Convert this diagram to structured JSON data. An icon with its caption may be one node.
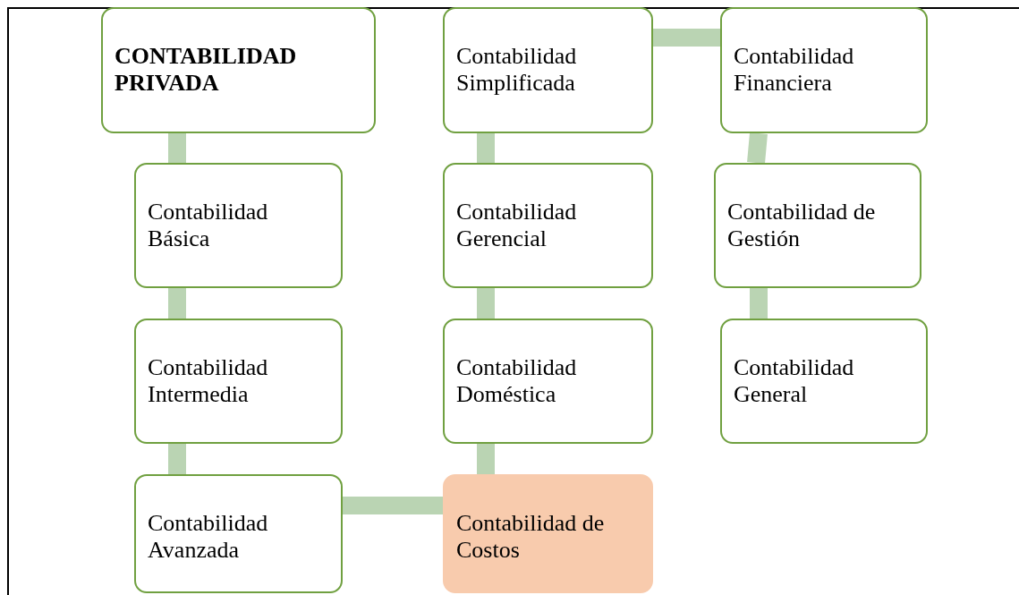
{
  "diagram": {
    "nodes": [
      {
        "text": [
          "CONTABILIDAD PRIVADA"
        ]
      },
      {
        "text": [
          "Contabilidad Básica"
        ]
      },
      {
        "text": [
          "Contabilidad Intermedia"
        ]
      },
      {
        "text": [
          "Contabilidad Avanzada"
        ]
      },
      {
        "text": [
          "Contabilidad de Costos"
        ]
      },
      {
        "text": [
          "Contabilidad Doméstica"
        ]
      },
      {
        "text": [
          "Contabilidad Gerencial"
        ]
      },
      {
        "text": [
          "Contabilidad Simplificada"
        ]
      },
      {
        "text": [
          "Contabilidad Financiera"
        ]
      },
      {
        "text": [
          "Contabilidad de Gestión"
        ]
      },
      {
        "text": [
          "Contabilidad General"
        ]
      }
    ],
    "edges": [
      {
        "from": 0,
        "to": 1,
        "arrow": "none"
      },
      {
        "from": 1,
        "to": 2,
        "arrow": "none"
      },
      {
        "from": 2,
        "to": 3,
        "arrow": "none"
      },
      {
        "from": 3,
        "to": 4,
        "arrow": "none"
      },
      {
        "from": 4,
        "to": 5,
        "arrow": "none"
      },
      {
        "from": 5,
        "to": 6,
        "arrow": "none"
      },
      {
        "from": 6,
        "to": 7,
        "arrow": "none"
      },
      {
        "from": 7,
        "to": 8,
        "arrow": "none"
      },
      {
        "from": 8,
        "to": 9,
        "arrow": "none"
      },
      {
        "from": 9,
        "to": 10,
        "arrow": "none"
      }
    ]
  }
}
